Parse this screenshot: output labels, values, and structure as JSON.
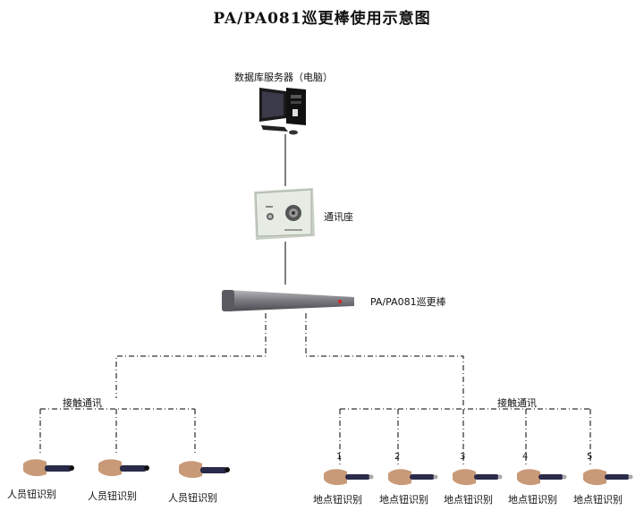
{
  "title": "PA/PA081巡更棒使用示意图",
  "nodes": {
    "server": {
      "label": "数据库服务器（电脑）",
      "icon": "computer-icon"
    },
    "base": {
      "label": "通讯座",
      "icon": "communication-base-icon"
    },
    "wand": {
      "label": "PA/PA081巡更棒",
      "icon": "patrol-wand-icon"
    }
  },
  "branches": {
    "left": {
      "label": "接触通讯",
      "items": [
        {
          "label": "人员钮识别"
        },
        {
          "label": "人员钮识别"
        },
        {
          "label": "人员钮识别"
        }
      ]
    },
    "right": {
      "label": "接触通讯",
      "items": [
        {
          "num": "1",
          "label": "地点钮识别"
        },
        {
          "num": "2",
          "label": "地点钮识别"
        },
        {
          "num": "3",
          "label": "地点钮识别"
        },
        {
          "num": "4",
          "label": "地点钮识别"
        },
        {
          "num": "5",
          "label": "地点钮识别"
        }
      ]
    }
  },
  "colors": {
    "line": "#000000",
    "wand": "#8a8a8e",
    "led": "#e02020",
    "base": "#e6ece4"
  }
}
